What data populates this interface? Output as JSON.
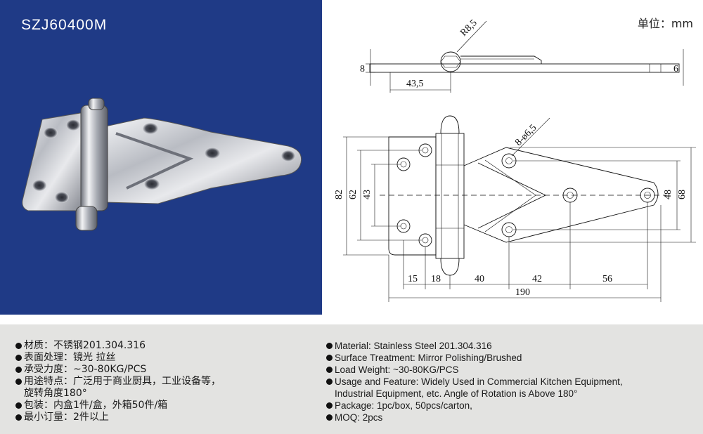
{
  "model": "SZJ60400M",
  "unit_label": "单位：mm",
  "dimensions": {
    "top_view": {
      "radius": "R8,5",
      "thickness_left": "8",
      "thickness_right": "6",
      "offset": "43,5"
    },
    "front_view": {
      "holes": "8-ø6,5",
      "height_total": "82",
      "height_mid": "62",
      "height_inner": "43",
      "right_height_total": "68",
      "right_height_inner": "48",
      "seg1": "15",
      "seg2": "18",
      "seg3": "40",
      "seg4": "42",
      "seg5": "56",
      "overall": "190"
    }
  },
  "specs_cn": [
    "材质：不锈钢201.304.316",
    "表面处理：镜光 拉丝",
    "承受力度：~30-80KG/PCS",
    "用途特点：广泛用于商业厨具，工业设备等，",
    "旋转角度180°",
    "包装：内盒1件/盒，外箱50件/箱",
    "最小订量：2件以上"
  ],
  "specs_en": [
    "Material: Stainless Steel 201.304.316",
    "Surface Treatment: Mirror Polishing/Brushed",
    "Load Weight: ~30-80KG/PCS",
    "Usage and Feature: Widely Used in Commercial Kitchen Equipment,",
    "Industrial Equipment, etc. Angle of Rotation is Above 180°",
    "Package: 1pc/box, 50pcs/carton,",
    "MOQ: 2pcs"
  ],
  "colors": {
    "panel_blue": "#1f3a86",
    "footer_gray": "#e3e3e1",
    "steel": "#c9ccd2"
  }
}
